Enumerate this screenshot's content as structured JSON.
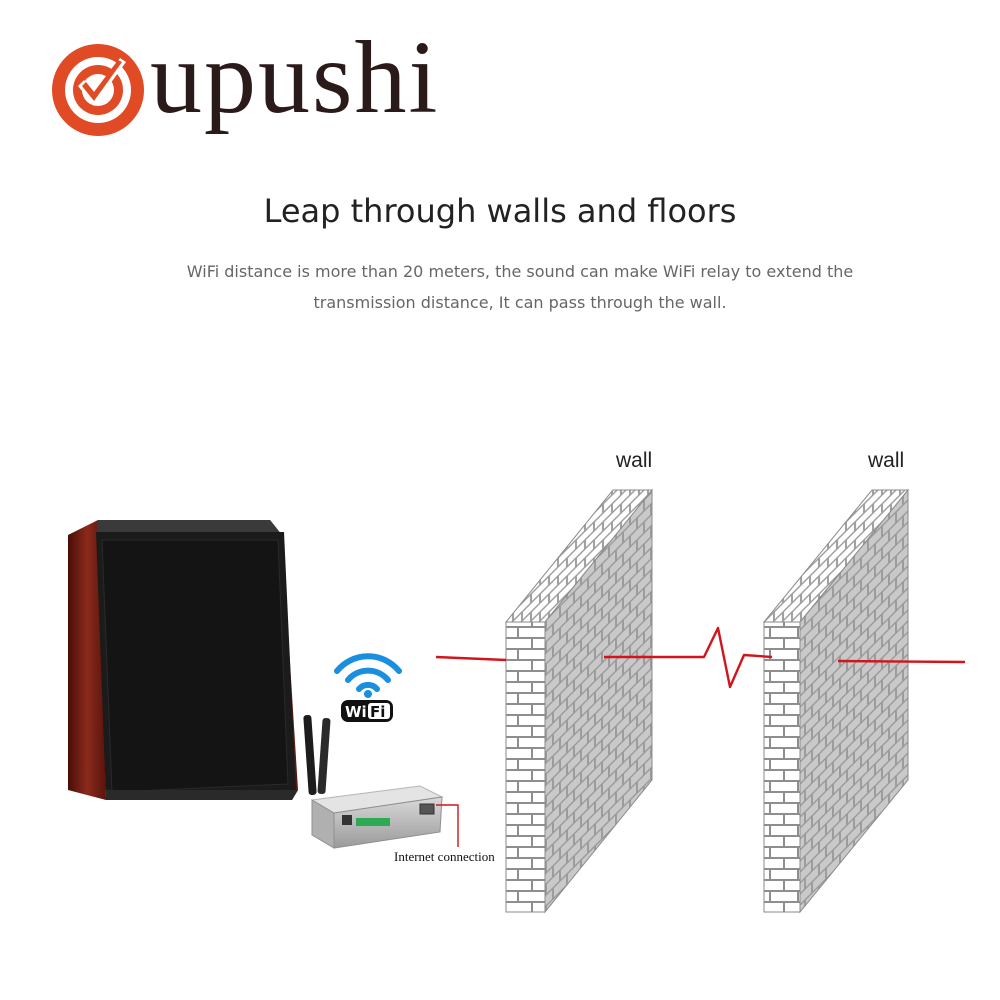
{
  "brand": {
    "name": "upushi",
    "logo_color": "#e04a24",
    "text_color": "#2b1a1a"
  },
  "headline": "Leap through walls and floors",
  "description": {
    "line1": "WiFi distance is more than 20 meters, the sound can make WiFi relay to extend the",
    "line2": "transmission distance,  It can pass through the wall."
  },
  "diagram": {
    "wall_labels": [
      "wall",
      "wall"
    ],
    "wifi_badge_wi": "Wi",
    "wifi_badge_fi": "Fi",
    "internet_label": "Internet connection",
    "signal_color": "#d0161c",
    "wifi_color": "#1a8fe0",
    "wall_color": "#9a9a9a",
    "speaker_wood_color": "#6e1c12",
    "icons": [
      "logo-icon",
      "speaker",
      "wifi-icon",
      "router",
      "brick-wall"
    ]
  }
}
